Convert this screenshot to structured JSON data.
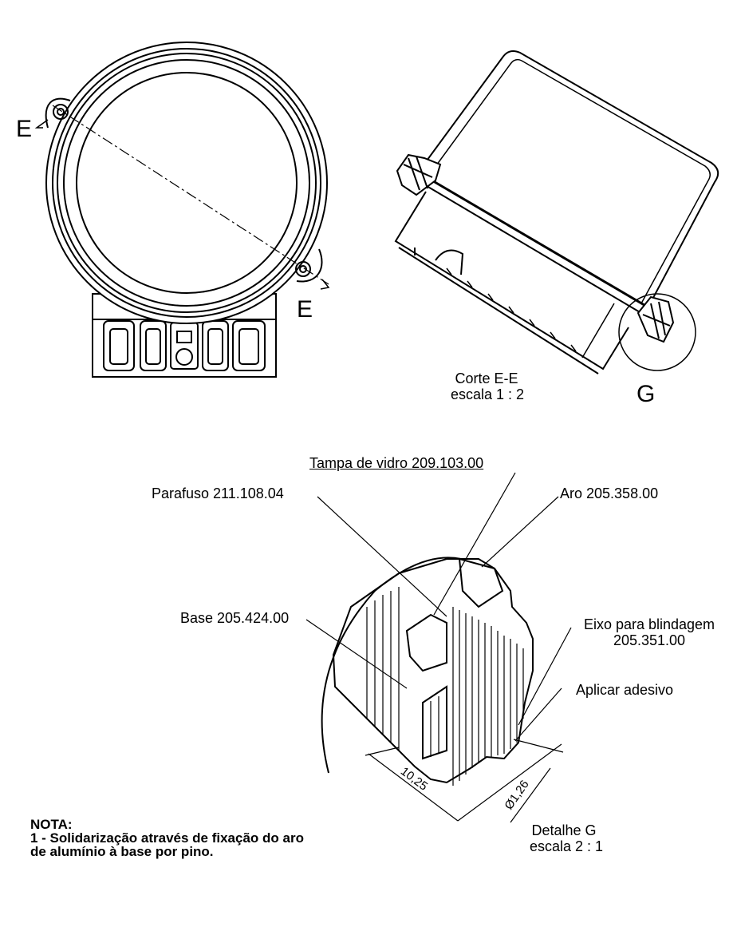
{
  "views": {
    "front": {
      "section_mark_left": "E",
      "section_mark_right": "E"
    },
    "section": {
      "title": "Corte E-E",
      "scale": "escala 1 : 2",
      "detail_mark": "G"
    },
    "detail": {
      "title": "Detalhe G",
      "scale": "escala 2 : 1",
      "labels": {
        "glass_cover": "Tampa de vidro 209.103.00",
        "screw": "Parafuso 211.108.04",
        "ring": "Aro 205.358.00",
        "base": "Base 205.424.00",
        "shield_axis_line1": "Eixo para blindagem",
        "shield_axis_line2": "205.351.00",
        "adhesive": "Aplicar adesivo"
      },
      "dimensions": {
        "length": "10,25",
        "diameter": "Ø1,26"
      }
    }
  },
  "note": {
    "heading": "NOTA:",
    "line1": "1 - Solidarização através de fixação do aro",
    "line2": "de alumínio à base por pino."
  }
}
